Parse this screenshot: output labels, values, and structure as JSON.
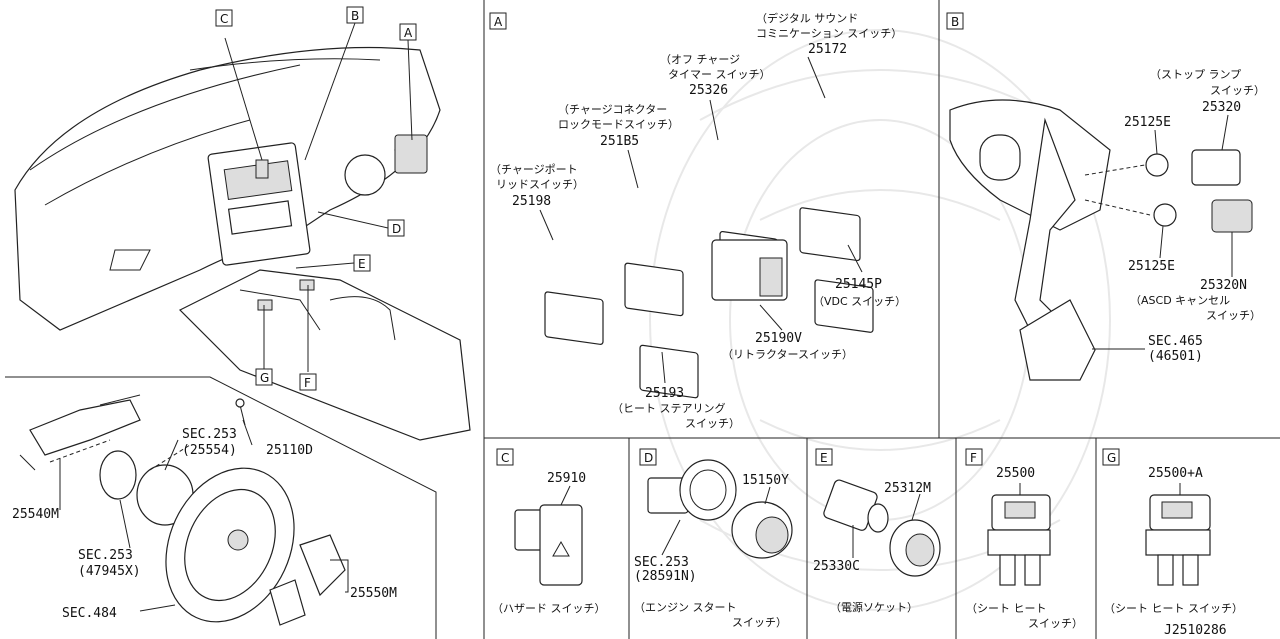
{
  "diagram_code": "J2510286",
  "overview": {
    "callouts": [
      "A",
      "B",
      "C",
      "D",
      "E",
      "F",
      "G"
    ],
    "parts": [
      "25540M",
      "SEC.253",
      "(25554)",
      "25110D",
      "SEC.253",
      "(47945X)",
      "25550M",
      "SEC.484"
    ]
  },
  "sections": [
    {
      "tag": "A",
      "parts": [
        {
          "code": "25172",
          "desc": [
            "（デジタル サウンド",
            "コミニケーション スイッチ）"
          ]
        },
        {
          "code": "25326",
          "desc": [
            "（オフ チャージ",
            "タイマー スイッチ）"
          ]
        },
        {
          "code": "251B5",
          "desc": [
            "（チャージコネクター",
            "ロックモードスイッチ）"
          ]
        },
        {
          "code": "25198",
          "desc": [
            "（チャージポート",
            "リッドスイッチ）"
          ]
        },
        {
          "code": "25145P",
          "desc": [
            "（VDC スイッチ）"
          ]
        },
        {
          "code": "25190V",
          "desc": [
            "（リトラクタースイッチ）"
          ]
        },
        {
          "code": "25193",
          "desc": [
            "（ヒート ステアリング",
            "スイッチ）"
          ]
        }
      ]
    },
    {
      "tag": "B",
      "parts": [
        {
          "code": "25320",
          "desc": [
            "（ストップ ランプ",
            "スイッチ）"
          ]
        },
        {
          "code": "25125E",
          "desc": []
        },
        {
          "code": "25125E",
          "desc": []
        },
        {
          "code": "25320N",
          "desc": [
            "（ASCD キャンセル",
            "スイッチ）"
          ]
        },
        {
          "code": "SEC.465",
          "desc": [
            "(46501)"
          ]
        }
      ]
    },
    {
      "tag": "C",
      "parts": [
        {
          "code": "25910",
          "desc": [
            "（ハザード スイッチ）"
          ]
        }
      ]
    },
    {
      "tag": "D",
      "parts": [
        {
          "code": "15150Y",
          "desc": []
        },
        {
          "code": "SEC.253",
          "desc": [
            "(28591N)"
          ]
        }
      ],
      "caption": [
        "（エンジン スタート",
        "スイッチ）"
      ]
    },
    {
      "tag": "E",
      "parts": [
        {
          "code": "25312M",
          "desc": []
        },
        {
          "code": "25330C",
          "desc": []
        }
      ],
      "caption": [
        "（電源ソケット）"
      ]
    },
    {
      "tag": "F",
      "parts": [
        {
          "code": "25500",
          "desc": [
            "（シート ヒート",
            "スイッチ）"
          ]
        }
      ]
    },
    {
      "tag": "G",
      "parts": [
        {
          "code": "25500+A",
          "desc": [
            "（シート ヒート スイッチ）"
          ]
        }
      ]
    }
  ]
}
